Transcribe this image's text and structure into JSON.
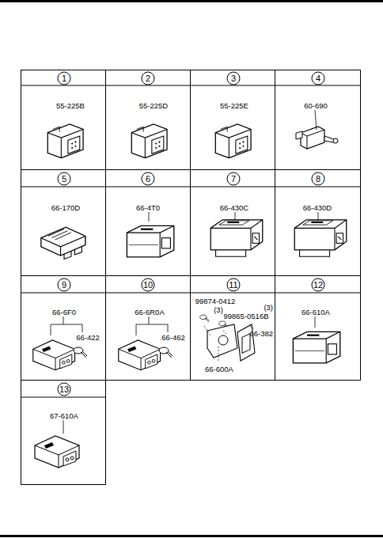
{
  "diagram": {
    "nodes": [
      {
        "text": [
          "1",
          "55-225B"
        ]
      },
      {
        "text": [
          "2",
          "55-225D"
        ]
      },
      {
        "text": [
          "3",
          "55-225E"
        ]
      },
      {
        "text": [
          "4",
          "60-690"
        ]
      },
      {
        "text": [
          "5",
          "66-170D"
        ]
      },
      {
        "text": [
          "6",
          "66-4T0"
        ]
      },
      {
        "text": [
          "7",
          "66-430C"
        ]
      },
      {
        "text": [
          "8",
          "66-430D"
        ]
      },
      {
        "text": [
          "9",
          "66-6F0",
          "66-422"
        ]
      },
      {
        "text": [
          "10",
          "66-6R0A",
          "66-462"
        ]
      },
      {
        "text": [
          "11",
          "99874-0412",
          "(3)",
          "99865-0516B",
          "(3)",
          "66-382",
          "66-600A"
        ]
      },
      {
        "text": [
          "12",
          "66-610A"
        ]
      },
      {
        "text": [
          "13",
          "67-610A"
        ]
      }
    ]
  }
}
